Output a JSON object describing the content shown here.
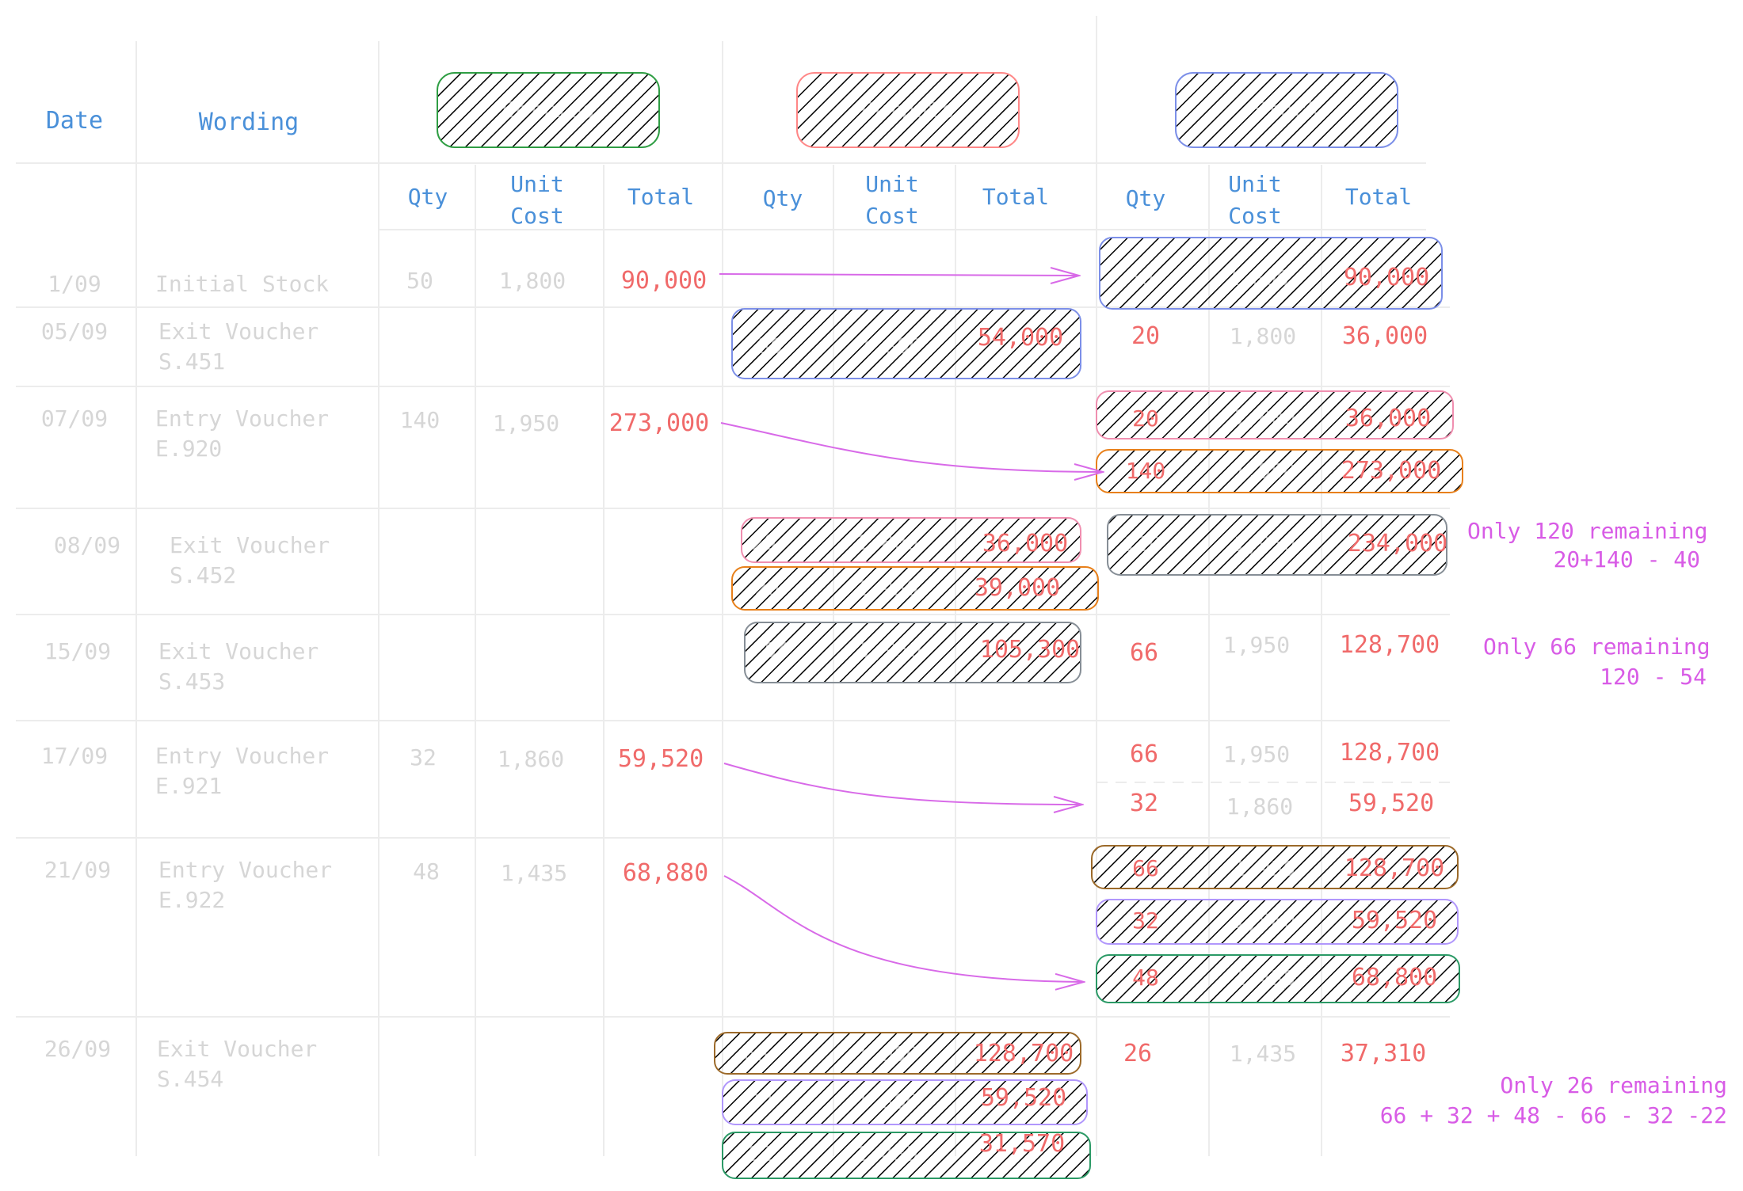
{
  "headers": {
    "date": "Date",
    "wording": "Wording",
    "groups": [
      {
        "label": "Entries",
        "color": "#2f9e44"
      },
      {
        "label": "Outputs",
        "color": "#ff8787"
      },
      {
        "label": "Stock",
        "color": "#7c8fe8"
      }
    ],
    "qty": "Qty",
    "unit_cost": [
      "Unit",
      "Cost"
    ],
    "total": "Total"
  },
  "rows": [
    {
      "date": "1/09",
      "wording": [
        "Initial Stock"
      ],
      "entry": {
        "qty": "50",
        "cost": "1,800",
        "total": "90,000"
      }
    },
    {
      "date": "05/09",
      "wording": [
        "Exit Voucher",
        "S.451"
      ]
    },
    {
      "date": "07/09",
      "wording": [
        "Entry Voucher",
        "E.920"
      ],
      "entry": {
        "qty": "140",
        "cost": "1,950",
        "total": "273,000"
      }
    },
    {
      "date": "08/09",
      "wording": [
        "Exit Voucher",
        "S.452"
      ]
    },
    {
      "date": "15/09",
      "wording": [
        "Exit Voucher",
        "S.453"
      ]
    },
    {
      "date": "17/09",
      "wording": [
        "Entry Voucher",
        "E.921"
      ],
      "entry": {
        "qty": "32",
        "cost": "1,860",
        "total": "59,520"
      }
    },
    {
      "date": "21/09",
      "wording": [
        "Entry Voucher",
        "E.922"
      ],
      "entry": {
        "qty": "48",
        "cost": "1,435",
        "total": "68,880"
      }
    },
    {
      "date": "26/09",
      "wording": [
        "Exit Voucher",
        "S.454"
      ]
    }
  ],
  "output_pills": [
    {
      "qty": "30",
      "cost": "1,800",
      "total": "54,000",
      "color": "#7c8fe8"
    },
    {
      "qty": "20",
      "cost": "1,800",
      "total": "36,000",
      "color": "#f08fb0"
    },
    {
      "qty": "20",
      "cost": "1,950",
      "total": "39,000",
      "color": "#e8801a"
    },
    {
      "qty": "54",
      "cost": "1,950",
      "total": "105,300",
      "color": "#868e96"
    },
    {
      "qty": "66",
      "cost": "1,950",
      "total": "128,700",
      "color": "#9c6a2a"
    },
    {
      "qty": "32",
      "cost": "1,860",
      "total": "59,520",
      "color": "#b197fc"
    },
    {
      "qty": "22",
      "cost": "1,435",
      "total": "31,570",
      "color": "#2b9a66"
    }
  ],
  "stock_pills": [
    {
      "qty": "50",
      "cost": "1,800",
      "total": "90,000",
      "color": "#7c8fe8"
    },
    {
      "qty": "20",
      "cost": "1,800",
      "total": "36,000",
      "color": "#f08fb0"
    },
    {
      "qty": "140",
      "cost": "1,950",
      "total": "273,000",
      "color": "#e8801a"
    },
    {
      "qty": "120",
      "cost": "1,950",
      "total": "234,000",
      "color": "#868e96"
    },
    {
      "qty": "66",
      "cost": "1,950",
      "total": "128,700",
      "color": "#9c6a2a"
    },
    {
      "qty": "32",
      "cost": "1,860",
      "total": "59,520",
      "color": "#b197fc"
    },
    {
      "qty": "48",
      "cost": "1,435",
      "total": "68,800",
      "color": "#2b9a66"
    }
  ],
  "stock_plain": [
    {
      "qty": "20",
      "cost": "1,800",
      "total": "36,000"
    },
    {
      "qty": "66",
      "cost": "1,950",
      "total": "128,700"
    },
    {
      "qty": "66",
      "cost": "1,950",
      "total": "128,700"
    },
    {
      "qty": "32",
      "cost": "1,860",
      "total": "59,520"
    },
    {
      "qty": "26",
      "cost": "1,435",
      "total": "37,310"
    }
  ],
  "notes": [
    {
      "line1": "Only 120 remaining",
      "line2": "20+140 - 40"
    },
    {
      "line1": "Only 66 remaining",
      "line2": "120 - 54"
    },
    {
      "line1": "Only 26 remaining",
      "line2": "66 + 32 + 48 - 66 - 32 -22"
    }
  ]
}
